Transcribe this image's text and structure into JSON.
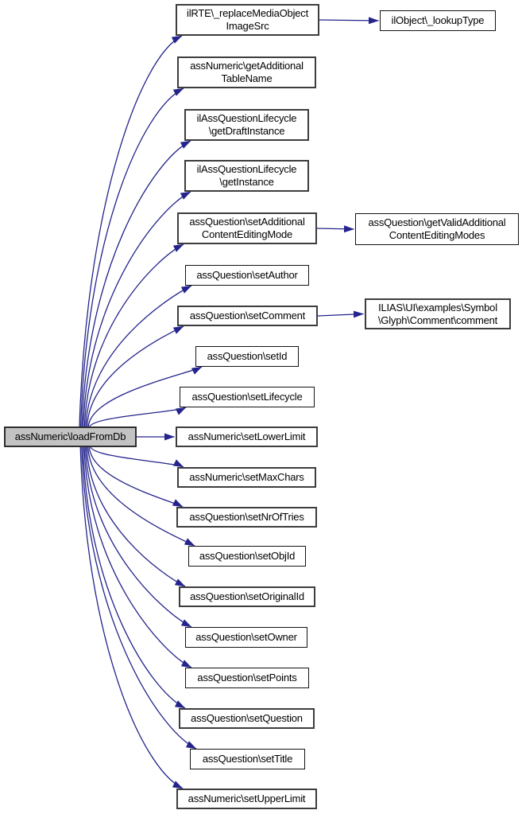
{
  "diagram": {
    "type": "doxygen-call-graph",
    "background": "#ffffff",
    "colors": {
      "edge": "#24248c",
      "root_fill": "#c3c3c3",
      "node_fill": "#ffffff",
      "node_border": "#131313",
      "text": "#000000"
    },
    "root": {
      "id": "root",
      "lines": [
        "assNumeric\\loadFromDb"
      ]
    },
    "nodes": {
      "n1": {
        "lines": [
          "ilRTE\\_replaceMediaObject",
          "ImageSrc"
        ]
      },
      "n2": {
        "lines": [
          "assNumeric\\getAdditional",
          "TableName"
        ]
      },
      "n3": {
        "lines": [
          "ilAssQuestionLifecycle",
          "\\getDraftInstance"
        ]
      },
      "n4": {
        "lines": [
          "ilAssQuestionLifecycle",
          "\\getInstance"
        ]
      },
      "n5": {
        "lines": [
          "assQuestion\\setAdditional",
          "ContentEditingMode"
        ]
      },
      "n6": {
        "lines": [
          "assQuestion\\setAuthor"
        ]
      },
      "n7": {
        "lines": [
          "assQuestion\\setComment"
        ]
      },
      "n8": {
        "lines": [
          "assQuestion\\setId"
        ]
      },
      "n9": {
        "lines": [
          "assQuestion\\setLifecycle"
        ]
      },
      "n10": {
        "lines": [
          "assNumeric\\setLowerLimit"
        ]
      },
      "n11": {
        "lines": [
          "assNumeric\\setMaxChars"
        ]
      },
      "n12": {
        "lines": [
          "assQuestion\\setNrOfTries"
        ]
      },
      "n13": {
        "lines": [
          "assQuestion\\setObjId"
        ]
      },
      "n14": {
        "lines": [
          "assQuestion\\setOriginalId"
        ]
      },
      "n15": {
        "lines": [
          "assQuestion\\setOwner"
        ]
      },
      "n16": {
        "lines": [
          "assQuestion\\setPoints"
        ]
      },
      "n17": {
        "lines": [
          "assQuestion\\setQuestion"
        ]
      },
      "n18": {
        "lines": [
          "assQuestion\\setTitle"
        ]
      },
      "n19": {
        "lines": [
          "assNumeric\\setUpperLimit"
        ]
      },
      "r1": {
        "lines": [
          "ilObject\\_lookupType"
        ]
      },
      "r2": {
        "lines": [
          "assQuestion\\getValidAdditional",
          "ContentEditingModes"
        ]
      },
      "r3": {
        "lines": [
          "ILIAS\\UI\\examples\\Symbol",
          "\\Glyph\\Comment\\comment"
        ]
      }
    },
    "edges": [
      {
        "from": "root",
        "to": "n1"
      },
      {
        "from": "root",
        "to": "n2"
      },
      {
        "from": "root",
        "to": "n3"
      },
      {
        "from": "root",
        "to": "n4"
      },
      {
        "from": "root",
        "to": "n5"
      },
      {
        "from": "root",
        "to": "n6"
      },
      {
        "from": "root",
        "to": "n7"
      },
      {
        "from": "root",
        "to": "n8"
      },
      {
        "from": "root",
        "to": "n9"
      },
      {
        "from": "root",
        "to": "n10"
      },
      {
        "from": "root",
        "to": "n11"
      },
      {
        "from": "root",
        "to": "n12"
      },
      {
        "from": "root",
        "to": "n13"
      },
      {
        "from": "root",
        "to": "n14"
      },
      {
        "from": "root",
        "to": "n15"
      },
      {
        "from": "root",
        "to": "n16"
      },
      {
        "from": "root",
        "to": "n17"
      },
      {
        "from": "root",
        "to": "n18"
      },
      {
        "from": "root",
        "to": "n19"
      },
      {
        "from": "n1",
        "to": "r1"
      },
      {
        "from": "n5",
        "to": "r2"
      },
      {
        "from": "n7",
        "to": "r3"
      }
    ]
  }
}
